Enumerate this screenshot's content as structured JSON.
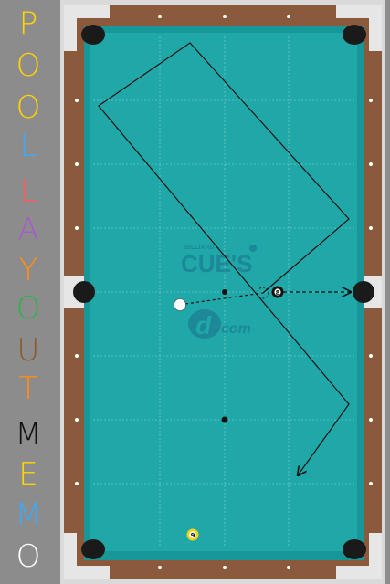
{
  "title": {
    "letters": [
      {
        "char": "P",
        "color": "#ffd400"
      },
      {
        "char": "O",
        "color": "#ffd400"
      },
      {
        "char": "O",
        "color": "#ffd400"
      },
      {
        "char": "L",
        "color": "#3fa9f5"
      },
      {
        "char": "L",
        "color": "#ff5a5a"
      },
      {
        "char": "A",
        "color": "#a55cc8"
      },
      {
        "char": "Y",
        "color": "#ff8c1a"
      },
      {
        "char": "O",
        "color": "#2db34a"
      },
      {
        "char": "U",
        "color": "#8b5a2b"
      },
      {
        "char": "T",
        "color": "#ff8c1a"
      },
      {
        "char": "M",
        "color": "#111111"
      },
      {
        "char": "E",
        "color": "#ffd400"
      },
      {
        "char": "M",
        "color": "#3fa9f5"
      },
      {
        "char": "O",
        "color": "#ffffff"
      }
    ]
  },
  "table": {
    "cloth_color": "#20a7a7",
    "rail_color": "#8b5a3c",
    "pocket_color": "#1a1a1a",
    "grid": {
      "columns": 4,
      "rows": 8
    }
  },
  "watermark": {
    "line1": "BILLIARD",
    "line2": "CUE'S",
    "line3": "com"
  },
  "balls": [
    {
      "id": "cue",
      "label": "",
      "color": "#ffffff"
    },
    {
      "id": "ball-8",
      "label": "8",
      "color": "#111111"
    },
    {
      "id": "ball-9",
      "label": "9",
      "color": "#f2d21a"
    }
  ],
  "icons": [
    "pocket-icon",
    "diamond-marker-icon",
    "arrow-icon"
  ]
}
